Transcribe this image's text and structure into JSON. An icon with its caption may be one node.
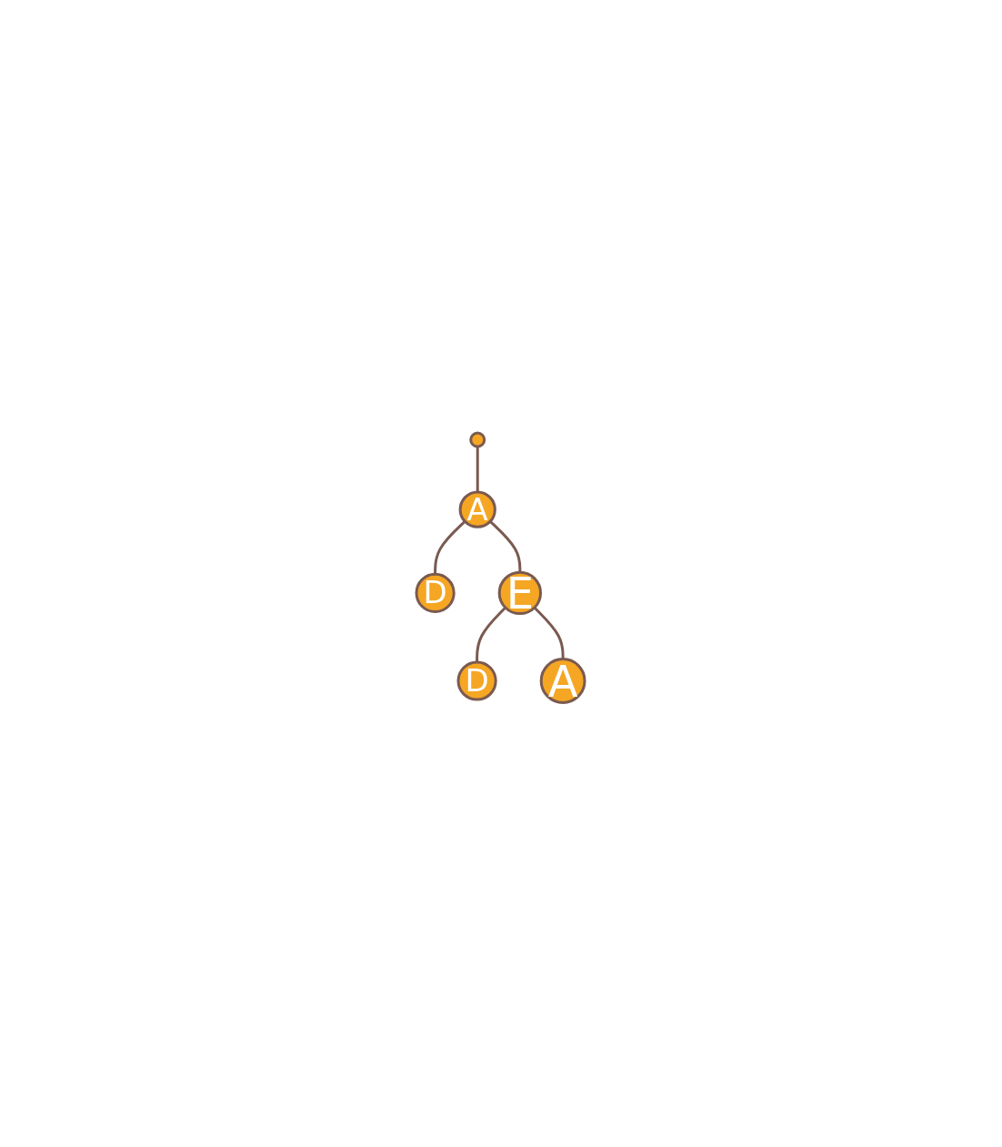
{
  "diagram": {
    "nodes": [
      {
        "text": [],
        "shape": "circle"
      },
      {
        "text": [
          "A"
        ]
      },
      {
        "text": [
          "D"
        ]
      },
      {
        "text": [
          "E"
        ]
      },
      {
        "text": [
          "D"
        ]
      },
      {
        "text": [
          "A"
        ]
      }
    ],
    "edges": [
      {
        "from": 0,
        "to": 1,
        "arrow": "none"
      },
      {
        "from": 1,
        "to": 2,
        "arrow": "none"
      },
      {
        "from": 1,
        "to": 3,
        "arrow": "none"
      },
      {
        "from": 3,
        "to": 4,
        "arrow": "none"
      },
      {
        "from": 3,
        "to": 5,
        "arrow": "none"
      }
    ]
  }
}
